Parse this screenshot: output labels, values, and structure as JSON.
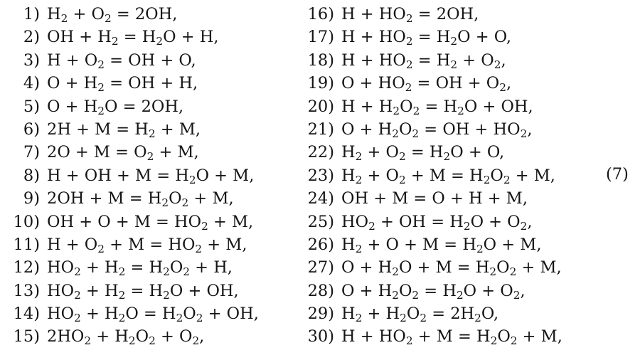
{
  "equation_tag": "(7)",
  "left_column": [
    {
      "num": "1)",
      "eq": "H<sub>2</sub> + O<sub>2</sub> = 2OH,"
    },
    {
      "num": "2)",
      "eq": "OH + H<sub>2</sub> = H<sub>2</sub>O + H,"
    },
    {
      "num": "3)",
      "eq": "H + O<sub>2</sub> = OH + O,"
    },
    {
      "num": "4)",
      "eq": "O + H<sub>2</sub> = OH + H,"
    },
    {
      "num": "5)",
      "eq": "O + H<sub>2</sub>O = 2OH,"
    },
    {
      "num": "6)",
      "eq": "2H + M = H<sub>2</sub> + M,"
    },
    {
      "num": "7)",
      "eq": "2O + M = O<sub>2</sub> + M,"
    },
    {
      "num": "8)",
      "eq": "H + OH + M = H<sub>2</sub>O + M,"
    },
    {
      "num": "9)",
      "eq": "2OH + M = H<sub>2</sub>O<sub>2</sub> + M,"
    },
    {
      "num": "10)",
      "eq": "OH + O + M = HO<sub>2</sub> + M,"
    },
    {
      "num": "11)",
      "eq": "H + O<sub>2</sub> + M = HO<sub>2</sub> + M,"
    },
    {
      "num": "12)",
      "eq": "HO<sub>2</sub> + H<sub>2</sub> = H<sub>2</sub>O<sub>2</sub> + H,"
    },
    {
      "num": "13)",
      "eq": "HO<sub>2</sub> + H<sub>2</sub> = H<sub>2</sub>O + OH,"
    },
    {
      "num": "14)",
      "eq": "HO<sub>2</sub> + H<sub>2</sub>O = H<sub>2</sub>O<sub>2</sub> + OH,"
    },
    {
      "num": "15)",
      "eq": "2HO<sub>2</sub> + H<sub>2</sub>O<sub>2</sub> + O<sub>2</sub>,"
    }
  ],
  "right_column": [
    {
      "num": "16)",
      "eq": "H + HO<sub>2</sub> = 2OH,"
    },
    {
      "num": "17)",
      "eq": "H + HO<sub>2</sub> = H<sub>2</sub>O + O,"
    },
    {
      "num": "18)",
      "eq": "H + HO<sub>2</sub> = H<sub>2</sub> + O<sub>2</sub>,"
    },
    {
      "num": "19)",
      "eq": "O + HO<sub>2</sub> = OH + O<sub>2</sub>,"
    },
    {
      "num": "20)",
      "eq": "H + H<sub>2</sub>O<sub>2</sub> = H<sub>2</sub>O + OH,"
    },
    {
      "num": "21)",
      "eq": "O + H<sub>2</sub>O<sub>2</sub> = OH + HO<sub>2</sub>,"
    },
    {
      "num": "22)",
      "eq": "H<sub>2</sub> + O<sub>2</sub> = H<sub>2</sub>O + O,"
    },
    {
      "num": "23)",
      "eq": "H<sub>2</sub> + O<sub>2</sub> + M = H<sub>2</sub>O<sub>2</sub> + M,"
    },
    {
      "num": "24)",
      "eq": "OH + M = O + H + M,"
    },
    {
      "num": "25)",
      "eq": "HO<sub>2</sub> + OH = H<sub>2</sub>O + O<sub>2</sub>,"
    },
    {
      "num": "26)",
      "eq": "H<sub>2</sub> + O + M = H<sub>2</sub>O + M,"
    },
    {
      "num": "27)",
      "eq": "O + H<sub>2</sub>O + M = H<sub>2</sub>O<sub>2</sub> + M,"
    },
    {
      "num": "28)",
      "eq": "O + H<sub>2</sub>O<sub>2</sub> = H<sub>2</sub>O + O<sub>2</sub>,"
    },
    {
      "num": "29)",
      "eq": "H<sub>2</sub> + H<sub>2</sub>O<sub>2</sub> = 2H<sub>2</sub>O,"
    },
    {
      "num": "30)",
      "eq": "H + HO<sub>2</sub> + M = H<sub>2</sub>O<sub>2</sub> + M,"
    }
  ]
}
